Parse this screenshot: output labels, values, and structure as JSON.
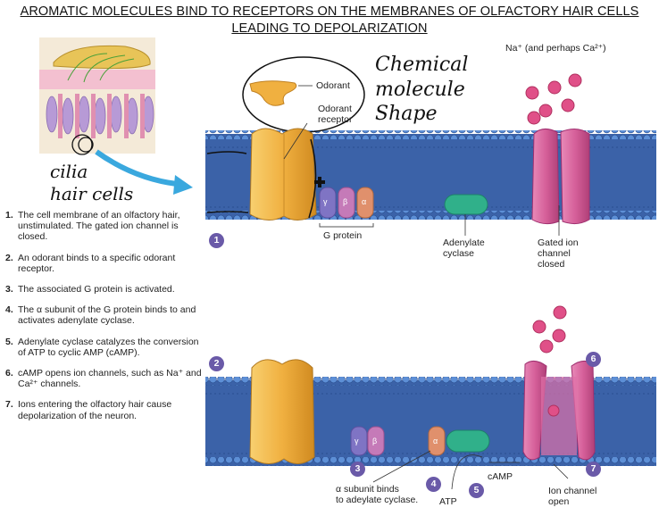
{
  "title": {
    "line1": "AROMATIC MOLECULES BIND TO RECEPTORS ON THE MEMBRANES OF OLFACTORY HAIR CELLS",
    "line2": "LEADING TO DEPOLARIZATION"
  },
  "annotations": {
    "chemical": "Chemical",
    "molecule": "molecule",
    "shape": "Shape",
    "cilia": "cilia",
    "hair_cells": "hair cells"
  },
  "labels": {
    "odorant": "Odorant",
    "odorant_receptor_1": "Odorant",
    "odorant_receptor_2": "receptor",
    "na_ca": "Na⁺ (and perhaps Ca²⁺)",
    "g_protein": "G protein",
    "gamma": "γ",
    "beta": "β",
    "alpha": "α",
    "adenylate_1": "Adenylate",
    "adenylate_2": "cyclase",
    "gated_1": "Gated ion",
    "gated_2": "channel",
    "gated_3": "closed",
    "camp": "cAMP",
    "atp": "ATP",
    "alpha_binds_1": "α subunit binds",
    "alpha_binds_2": "to adeylate cyclase.",
    "ion_channel_1": "Ion channel",
    "ion_channel_2": "open"
  },
  "circles": {
    "c1": "1",
    "c2": "2",
    "c3": "3",
    "c4": "4",
    "c5": "5",
    "c6": "6",
    "c7": "7"
  },
  "steps": [
    {
      "num": "1.",
      "text": "The cell membrane of an olfactory hair, unstimulated. The gated ion channel is closed."
    },
    {
      "num": "2.",
      "text": "An odorant binds to a specific odorant receptor."
    },
    {
      "num": "3.",
      "text": "The associated G protein is activated."
    },
    {
      "num": "4.",
      "text": "The α subunit of the G protein binds to and activates adenylate cyclase."
    },
    {
      "num": "5.",
      "text": "Adenylate cyclase catalyzes the conversion of ATP to cyclic AMP (cAMP)."
    },
    {
      "num": "6.",
      "text": "cAMP opens ion channels, such as Na⁺ and Ca²⁺ channels."
    },
    {
      "num": "7.",
      "text": "Ions entering the olfactory hair cause depolarization of the neuron."
    }
  ],
  "colors": {
    "membrane": "#3b62a8",
    "lipid_head": "#5d8fd6",
    "receptor": "#f0b040",
    "channel": "#d6609a",
    "ion": "#e05088",
    "g_gamma": "#7f74c4",
    "g_beta": "#c57ab8",
    "g_alpha": "#e0906c",
    "adenylate": "#30b08a",
    "step_circle": "#6a5aa8",
    "arrow": "#3aa8de"
  }
}
